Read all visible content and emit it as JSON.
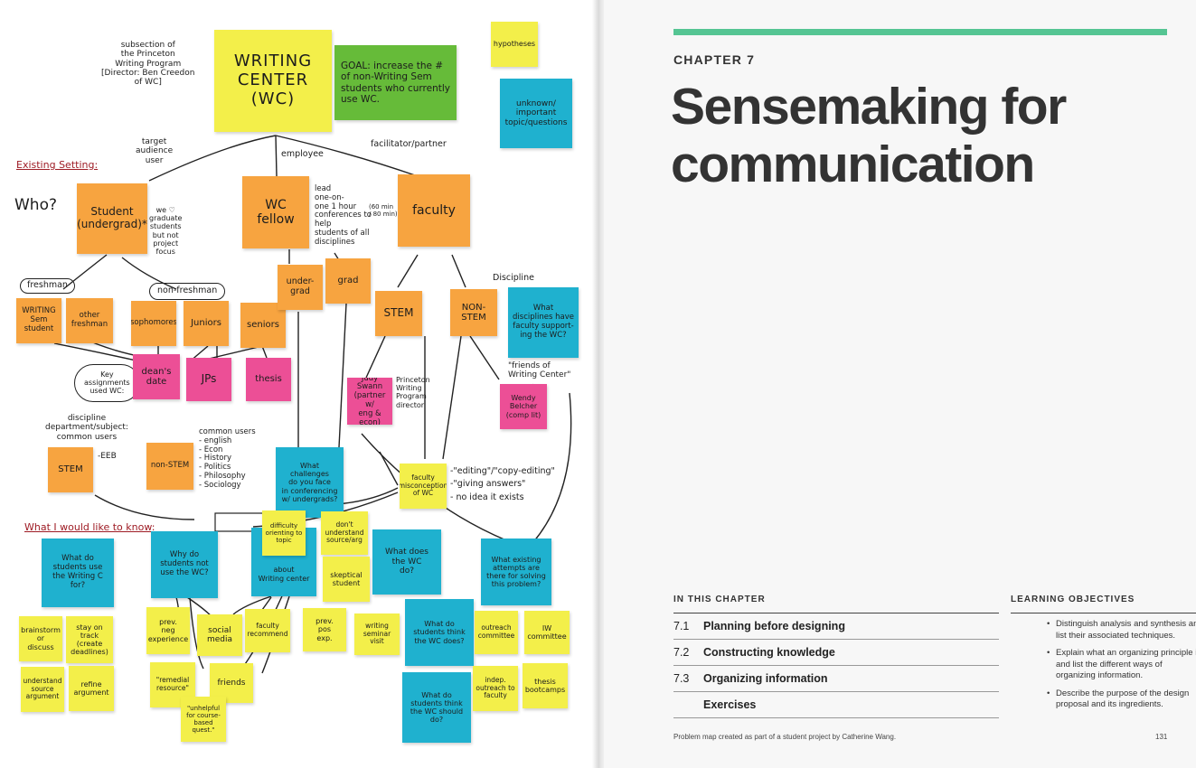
{
  "photo": {
    "notes": {
      "writing_center": "WRITING\nCENTER\n(WC)",
      "goal": "GOAL: increase the #\nof non-Writing Sem\nstudents who currently\nuse WC.",
      "hypotheses": "hypotheses",
      "unknown": "unknown/\nimportant\ntopic/questions",
      "student": "Student\n(undergrad)*",
      "wc_fellow": "WC\nfellow",
      "faculty": "faculty",
      "writing_sem_student": "WRITING\nSem\nstudent",
      "other_freshman": "other\nfreshman",
      "sophomores": "sophomores",
      "juniors": "Juniors",
      "seniors": "seniors",
      "undergrad": "under-\ngrad",
      "grad": "grad",
      "stem_top": "STEM",
      "non_stem_top": "NON-STEM",
      "what_disciplines": "What\ndisciplines have\nfaculty support-\ning the WC?",
      "deans_date": "dean's\ndate",
      "jps": "JPs",
      "thesis": "thesis",
      "judy_swann": "Judy\nSwann\n(partner w/\neng & econ)",
      "wendy_belcher": "Wendy\nBelcher\n(comp lit)",
      "stem_bottom": "STEM",
      "non_stem_bottom": "non-STEM",
      "what_challenges": "What\nchallenges\ndo you face\nin conferencing\nw/ undergrads?",
      "faculty_misconception": "faculty\nmisconception\nof WC",
      "difficulty_orienting": "difficulty\norienting to\ntopic",
      "dont_understand": "don't\nunderstand\nsource/arg",
      "skeptical_student": "skeptical\nstudent",
      "what_do_students_use": "What do\nstudents use\nthe Writing C\nfor?",
      "why_not_use": "Why do\nstudents not\nuse the WC?",
      "about_writing_center": "about\nWriting center",
      "what_does_wc_do": "What does\nthe WC\ndo?",
      "what_existing": "What existing\nattempts are\nthere for solving\nthis problem?",
      "brainstorm": "brainstorm\nor\ndiscuss",
      "stay_on_track": "stay on\ntrack\n(create\ndeadlines)",
      "understand_source": "understand\nsource\nargument",
      "refine_argument": "refine\nargument",
      "prev_neg_experience": "prev.\nneg\nexperience",
      "social_media": "social\nmedia",
      "faculty_recommend": "faculty\nrecommend",
      "prev_pos_exp": "prev.\npos\nexp.",
      "writing_seminar_visit": "writing\nseminar\nvisit",
      "what_do_students_think_does": "What do\nstudents think\nthe WC does?",
      "outreach_committee": "outreach\ncommittee",
      "iw_committee": "IW\ncommittee",
      "remedial_resource": "\"remedial\nresource\"",
      "friends": "friends",
      "unhelpful": "\"unhelpful\nfor course-\nbased quest.\"",
      "what_do_students_think_should": "What do\nstudents think\nthe WC should\ndo?",
      "indep_outreach": "indep.\noutreach to\nfaculty",
      "thesis_bootcamps": "thesis\nbootcamps"
    },
    "ink": {
      "subsection": "subsection of\nthe Princeton\nWriting Program\n[Director: Ben Creedon\nof WC]",
      "existing_setting": "Existing Setting:",
      "who": "Who?",
      "target_user": "target\naudience\nuser",
      "employee": "employee",
      "facilitator": "facilitator/partner",
      "we_love_grad": "we ♡\ngraduate\nstudents\nbut not\nproject\nfocus",
      "lead_conferences": "lead\none-on-\none 1 hour\nconferences to\nhelp\nstudents of all\ndisciplines",
      "sixty_min": "(60 min\n/ 80 min)",
      "freshman": "freshman",
      "non_freshman": "non-freshman",
      "discipline": "Discipline",
      "key_assignments": "Key\nassignments\nused WC:",
      "dept_subject": "discipline\ndepartment/subject:\ncommon users",
      "eeb": "-EEB",
      "common_users": "common users\n- english\n- Econ\n- History\n- Politics\n- Philosophy\n- Sociology",
      "princeton_writing_director": "Princeton\nWriting\nProgram\ndirector",
      "friends_of_wc": "\"friends of\nWriting Center\"",
      "editing": "-\"editing\"/\"copy-editing\"\n-\"giving answers\"\n- no idea it exists",
      "what_i_would_like": "What I would like to know:"
    }
  },
  "chapter": {
    "label": "CHAPTER 7",
    "title": "Sensemaking for communication"
  },
  "in_this_chapter": {
    "heading": "IN THIS CHAPTER",
    "items": [
      {
        "num": "7.1",
        "title": "Planning before designing"
      },
      {
        "num": "7.2",
        "title": "Constructing knowledge"
      },
      {
        "num": "7.3",
        "title": "Organizing information"
      },
      {
        "num": "",
        "title": "Exercises"
      }
    ]
  },
  "learning_objectives": {
    "heading": "LEARNING OBJECTIVES",
    "items": [
      "Distinguish analysis and synthesis and list their associated techniques.",
      "Explain what an organizing principle is and list the different ways of organizing information.",
      "Describe the purpose of the design proposal and its ingredients."
    ]
  },
  "footer": {
    "caption": "Problem map created as part of a student project by Catherine Wang.",
    "page_number": "131"
  },
  "colors": {
    "accent_rule": "#55c593",
    "note_yellow": "#f3ef4a",
    "note_orange": "#f7a440",
    "note_cyan": "#1fb1cf",
    "note_pink": "#ec4f96",
    "note_green": "#66bb39",
    "ink_red": "#9e1b24"
  }
}
